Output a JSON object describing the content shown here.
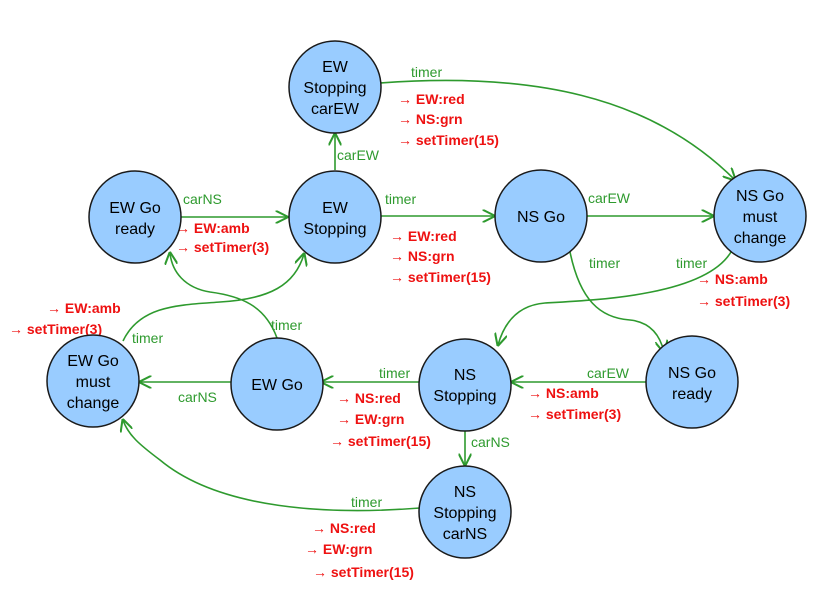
{
  "colors": {
    "node_fill": "#99ccff",
    "node_stroke": "#1a1a1a",
    "edge": "#2e9a2e",
    "action": "#ee1111"
  },
  "nodes": {
    "ew_go_ready": [
      "EW Go",
      "ready"
    ],
    "ew_stopping": [
      "EW",
      "Stopping"
    ],
    "ew_stopping_carew": [
      "EW",
      "Stopping",
      "carEW"
    ],
    "ns_go": [
      "NS Go"
    ],
    "ns_go_must_change": [
      "NS Go",
      "must",
      "change"
    ],
    "ns_go_ready": [
      "NS Go",
      "ready"
    ],
    "ns_stopping": [
      "NS",
      "Stopping"
    ],
    "ns_stopping_carns": [
      "NS",
      "Stopping",
      "carNS"
    ],
    "ew_go": [
      "EW Go"
    ],
    "ew_go_must_change": [
      "EW Go",
      "must",
      "change"
    ]
  },
  "edge_labels": {
    "ew_go_ready_to_ew_stopping": "carNS",
    "ew_stopping_to_ew_stopping_carew": "carEW",
    "ew_stopping_carew_to_ns_go_must_change": "timer",
    "ew_stopping_to_ns_go": "timer",
    "ns_go_to_ns_go_must_change": "carEW",
    "ns_go_to_ns_go_ready": "timer",
    "ns_go_must_change_to_ns_stopping": "timer",
    "ns_go_ready_to_ns_stopping": "carEW",
    "ns_stopping_to_ew_go": "timer",
    "ns_stopping_to_ns_stopping_carns": "carNS",
    "ew_go_to_ew_go_must_change": "carNS",
    "ew_go_to_ew_go_ready": "timer",
    "ew_go_must_change_to_ew_stopping": "timer",
    "ns_stopping_carns_to_ew_go_must_change": "timer"
  },
  "actions": {
    "to_ew_stopping": [
      "→ EW:amb",
      "→ setTimer(3)"
    ],
    "to_ns_go_from_ew_stopping_carew": [
      "→ EW:red",
      "→ NS:grn",
      "→ setTimer(15)"
    ],
    "to_ns_go_from_ew_stopping": [
      "→ EW:red",
      "→ NS:grn",
      "→ setTimer(15)"
    ],
    "to_ns_stopping_from_must_change": [
      "→ NS:amb",
      "→ setTimer(3)"
    ],
    "to_ns_stopping_from_ready": [
      "→ NS:amb",
      "→ setTimer(3)"
    ],
    "to_ew_go_from_ns_stopping": [
      "→ NS:red",
      "→ EW:grn",
      "→ setTimer(15)"
    ],
    "to_ew_stopping_from_must_change": [
      "→ EW:amb",
      "→ setTimer(3)"
    ],
    "to_ew_go_from_ns_stopping_carns": [
      "→ NS:red",
      "→ EW:grn",
      "→ setTimer(15)"
    ]
  }
}
